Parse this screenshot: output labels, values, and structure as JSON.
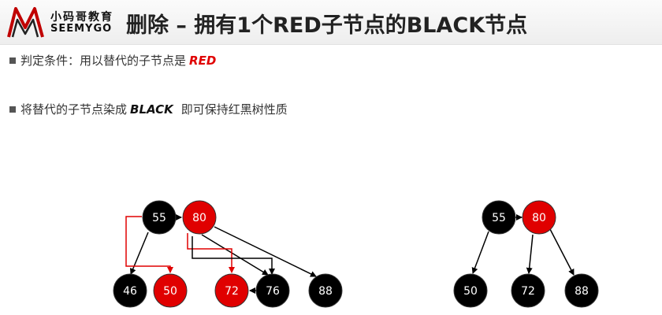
{
  "header": {
    "logo_top": "小码哥教育",
    "logo_bottom": "SEEMYGO",
    "title": "删除 – 拥有1个RED子节点的BLACK节点"
  },
  "bullets": [
    {
      "text": "判定条件：用以替代的子节点是",
      "em": "RED",
      "rest": ""
    },
    {
      "text": "将替代的子节点染成",
      "em": "BLACK",
      "rest": "即可保持红黑树性质"
    }
  ],
  "colors": {
    "red": "#e00000",
    "black": "#000000",
    "edge_red": "#e00000"
  },
  "before_tree": {
    "nodes": [
      {
        "id": "b55",
        "label": "55",
        "color": "black"
      },
      {
        "id": "b80",
        "label": "80",
        "color": "red"
      },
      {
        "id": "b46",
        "label": "46",
        "color": "black"
      },
      {
        "id": "b50",
        "label": "50",
        "color": "red"
      },
      {
        "id": "b72",
        "label": "72",
        "color": "red"
      },
      {
        "id": "b76",
        "label": "76",
        "color": "black"
      },
      {
        "id": "b88",
        "label": "88",
        "color": "black"
      }
    ]
  },
  "after_tree": {
    "nodes": [
      {
        "id": "a55",
        "label": "55",
        "color": "black"
      },
      {
        "id": "a80",
        "label": "80",
        "color": "red"
      },
      {
        "id": "a50",
        "label": "50",
        "color": "black"
      },
      {
        "id": "a72",
        "label": "72",
        "color": "black"
      },
      {
        "id": "a88",
        "label": "88",
        "color": "black"
      }
    ]
  }
}
